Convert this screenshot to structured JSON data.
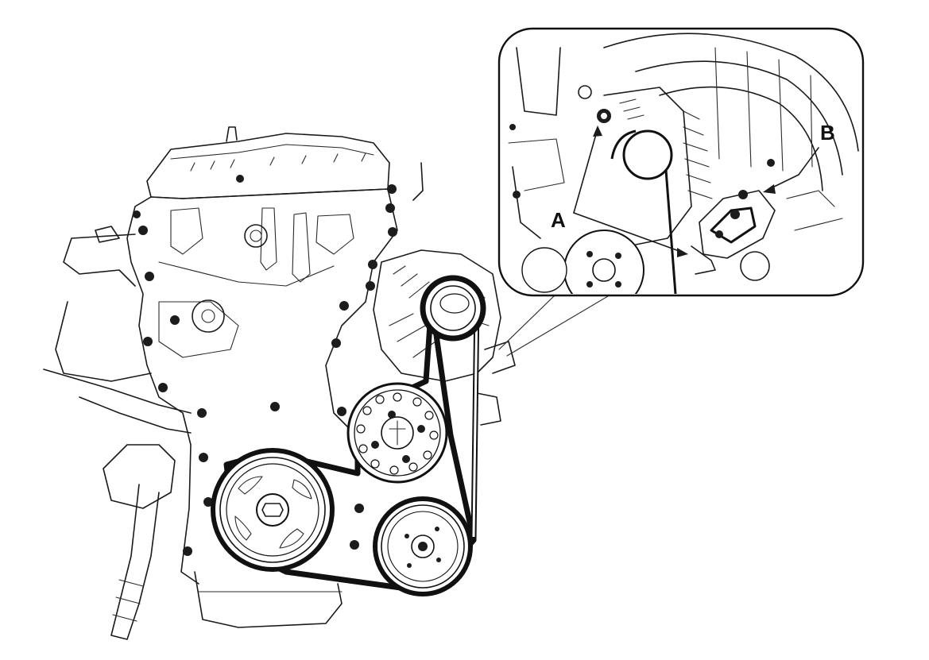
{
  "callouts": {
    "a": "A",
    "b": "B"
  },
  "components": {
    "engine": "engine-block",
    "crank": "crankshaft-pulley",
    "ac": "ac-compressor-pulley",
    "pump": "water-pump-pulley",
    "alt": "alternator-pulley",
    "belt": "drive-belt"
  }
}
